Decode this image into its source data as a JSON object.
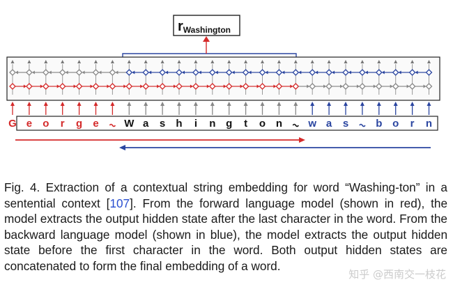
{
  "figure": {
    "output_label_main": "r",
    "output_label_sub": "Washington",
    "characters": [
      "G",
      "e",
      "o",
      "r",
      "g",
      "e",
      "_",
      "W",
      "a",
      "s",
      "h",
      "i",
      "n",
      "g",
      "t",
      "o",
      "n",
      "_",
      "w",
      "a",
      "s",
      "_",
      "b",
      "o",
      "r",
      "n"
    ],
    "char_colors": [
      "red",
      "red",
      "red",
      "red",
      "red",
      "red",
      "red",
      "black",
      "black",
      "black",
      "black",
      "black",
      "black",
      "black",
      "black",
      "black",
      "black",
      "black",
      "blue",
      "blue",
      "blue",
      "blue",
      "blue",
      "blue",
      "blue",
      "blue"
    ],
    "forward_highlight_end": 17,
    "backward_highlight_start": 7,
    "colors": {
      "forward": "#d42a2a",
      "backward": "#2a45a0",
      "neutral": "#888888",
      "text_black": "#111111"
    }
  },
  "caption": {
    "before_ref": "Fig. 4. Extraction of a contextual string embedding for word “Washing-ton” in a sentential context [",
    "ref": "107",
    "after_ref": "]. From the forward language model (shown in red), the model extracts the output hidden state after the last character in the word. From the backward language model (shown in blue), the model extracts the output hidden state before the first character in the word. Both output hidden states are concatenated to form the final embedding of a word."
  },
  "watermark": "知乎 @西南交一枝花"
}
